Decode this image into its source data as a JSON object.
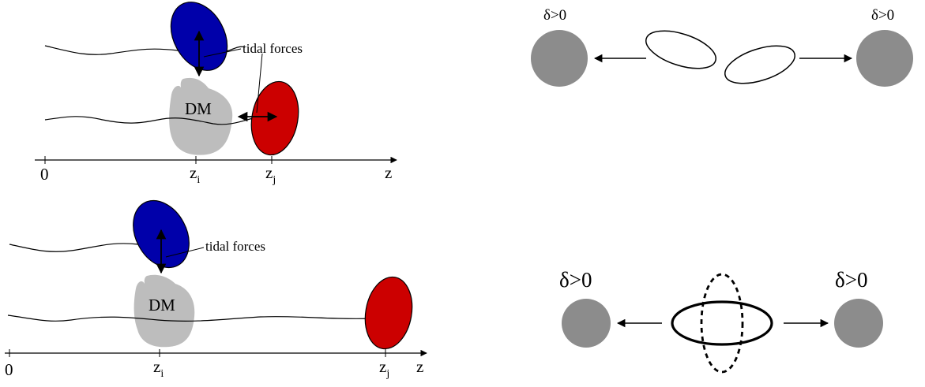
{
  "panel_top_left": {
    "tidal_label": "tidal forces",
    "dm_label": "DM",
    "axis_zero": "0",
    "axis_var": "z",
    "zi_base": "z",
    "zi_sub": "i",
    "zj_base": "z",
    "zj_sub": "j"
  },
  "panel_bottom_left": {
    "tidal_label": "tidal forces",
    "dm_label": "DM",
    "axis_zero": "0",
    "axis_var": "z",
    "zi_base": "z",
    "zi_sub": "i",
    "zj_base": "z",
    "zj_sub": "j"
  },
  "panel_top_right": {
    "left_label": "δ>0",
    "right_label": "δ>0"
  },
  "panel_bottom_right": {
    "left_label": "δ>0",
    "right_label": "δ>0"
  },
  "colors": {
    "blue": "#0000aa",
    "red": "#cc0000",
    "dm_gray": "#bdbdbd",
    "dark_gray": "#8c8c8c"
  }
}
